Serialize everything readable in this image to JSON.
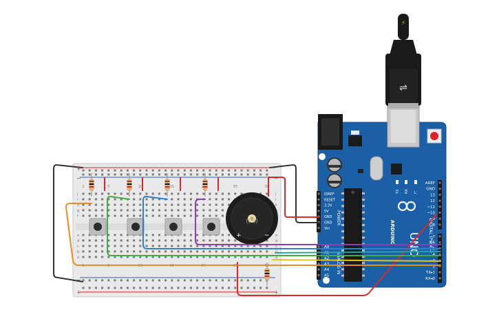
{
  "colors": {
    "background": "#ffffff",
    "board": "#1b5fa6",
    "breadboard": "#e9e9e9",
    "rail_red": "#d9252a",
    "rail_blue": "#2e5fb5",
    "wire_red": "#e0262a",
    "wire_black": "#333333",
    "wire_green": "#3fae3f",
    "wire_blue": "#2f7fd0",
    "wire_purple": "#8b3fb0",
    "wire_orange": "#f08a1c",
    "wire_yellow": "#e6c21a",
    "wire_teal": "#22a6a6"
  },
  "breadboard": {
    "column_numbers": [
      "1",
      "5",
      "10",
      "15",
      "20",
      "25",
      "30"
    ],
    "row_letters_top": [
      "j",
      "i",
      "h",
      "g",
      "f"
    ],
    "row_letters_bottom": [
      "e",
      "d",
      "c",
      "b",
      "a"
    ],
    "rail_plus": "+",
    "rail_minus": "−"
  },
  "buzzer": {
    "center_symbol": "((•))",
    "plus": "+",
    "minus": "−"
  },
  "arduino": {
    "brand": "ARDUINO",
    "model": "UNO",
    "tx_label": "TX",
    "rx_label": "RX",
    "l_label": "L",
    "power_header_title": "POWER",
    "power_pins": [
      "IOREF",
      "RESET",
      "3.3V",
      "5V",
      "GND",
      "GND",
      "Vin"
    ],
    "analog_header_title": "ANALOG IN",
    "analog_pins": [
      "A0",
      "A1",
      "A2",
      "A3",
      "A4",
      "A5"
    ],
    "digital_header_title": "DIGITAL (PWM~)",
    "digital_pins_top": [
      "AREF",
      "GND",
      "13",
      "12",
      "~11",
      "~10",
      "~9",
      "8"
    ],
    "digital_pins_bottom": [
      "7",
      "~6",
      "~5",
      "4",
      "~3",
      "2",
      "TX▸1",
      "RX◂0"
    ]
  },
  "usb_cable": {
    "plug_symbol": "⚡",
    "usb_symbol": "⇌"
  }
}
